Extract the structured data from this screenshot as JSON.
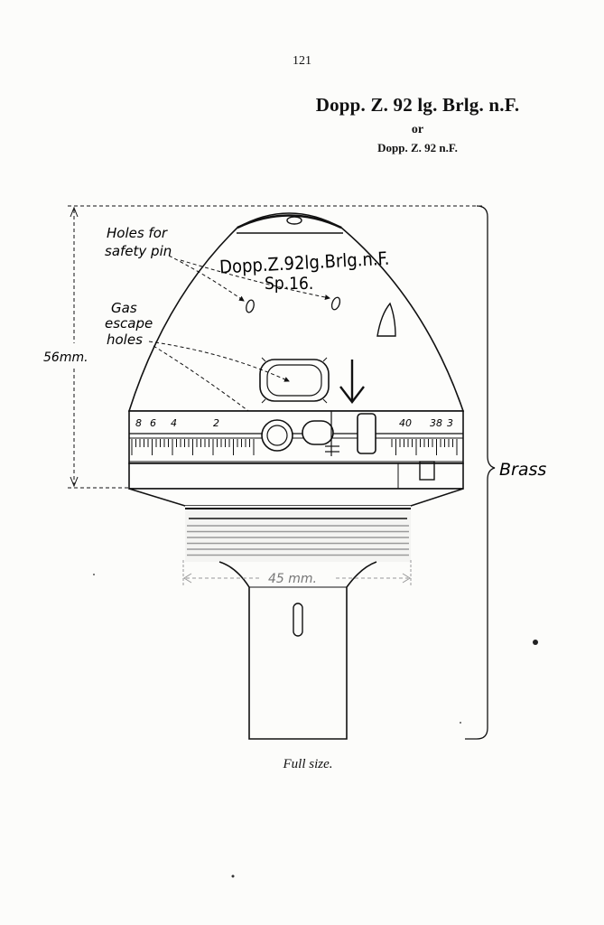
{
  "page": {
    "number": "121"
  },
  "header": {
    "title": "Dopp. Z. 92 lg. Brlg. n.F.",
    "or": "or",
    "alt_title": "Dopp. Z. 92 n.F."
  },
  "drawing": {
    "stamp_line1": "Dopp.Z.92lg.Brlg.n.F.",
    "stamp_line2": "Sp.16.",
    "label_safety_1": "Holes for",
    "label_safety_2": "safety pin",
    "label_gas_1": "Gas",
    "label_gas_2": "escape",
    "label_gas_3": "holes",
    "dim_height": "56mm.",
    "dim_width": "45 mm.",
    "label_brass": "Brass",
    "scale_left": [
      "8",
      "6",
      "4",
      "2"
    ],
    "scale_right": [
      "40",
      "38",
      "3"
    ]
  },
  "footer": {
    "caption": "Full size."
  },
  "colors": {
    "ink": "#111111",
    "paper": "#fcfcfa",
    "shade": "#9a9a9a"
  }
}
